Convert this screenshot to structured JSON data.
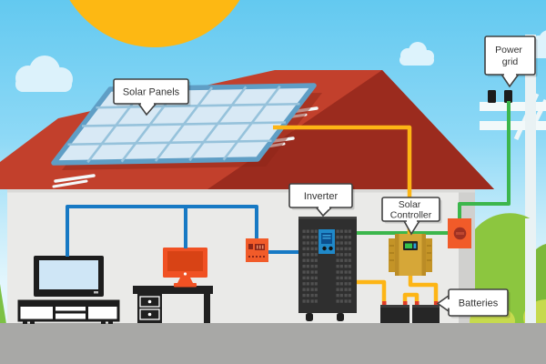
{
  "labels": {
    "solar_panels": {
      "text": "Solar Panels"
    },
    "inverter": {
      "text": "Inverter"
    },
    "solar_controller": {
      "lines": [
        "Solar",
        "Controller"
      ]
    },
    "power_grid": {
      "lines": [
        "Power",
        "grid"
      ]
    },
    "batteries": {
      "text": "Batteries"
    }
  },
  "colors": {
    "sky_top": "#63c9f0",
    "sky_horizon": "#e3f6fd",
    "sun_yellow": "#fdb813",
    "roof_red": "#c2402c",
    "roof_shadow_red": "#9b2b1e",
    "panel_cell_blue": "#d8e9f5",
    "panel_frame_blue": "#5f9ec5",
    "wall_gray": "#eaeae8",
    "floor_gray": "#a8a8a6",
    "grass_green": "#8cc63f",
    "bush_green": "#c6da4e",
    "wire_blue": "#1779c4",
    "wire_green": "#3cb64c",
    "wire_yellow": "#fdb515",
    "device_orange": "#f15b29",
    "controller_gold": "#d6a738",
    "inverter_black": "#2f2f2f"
  }
}
